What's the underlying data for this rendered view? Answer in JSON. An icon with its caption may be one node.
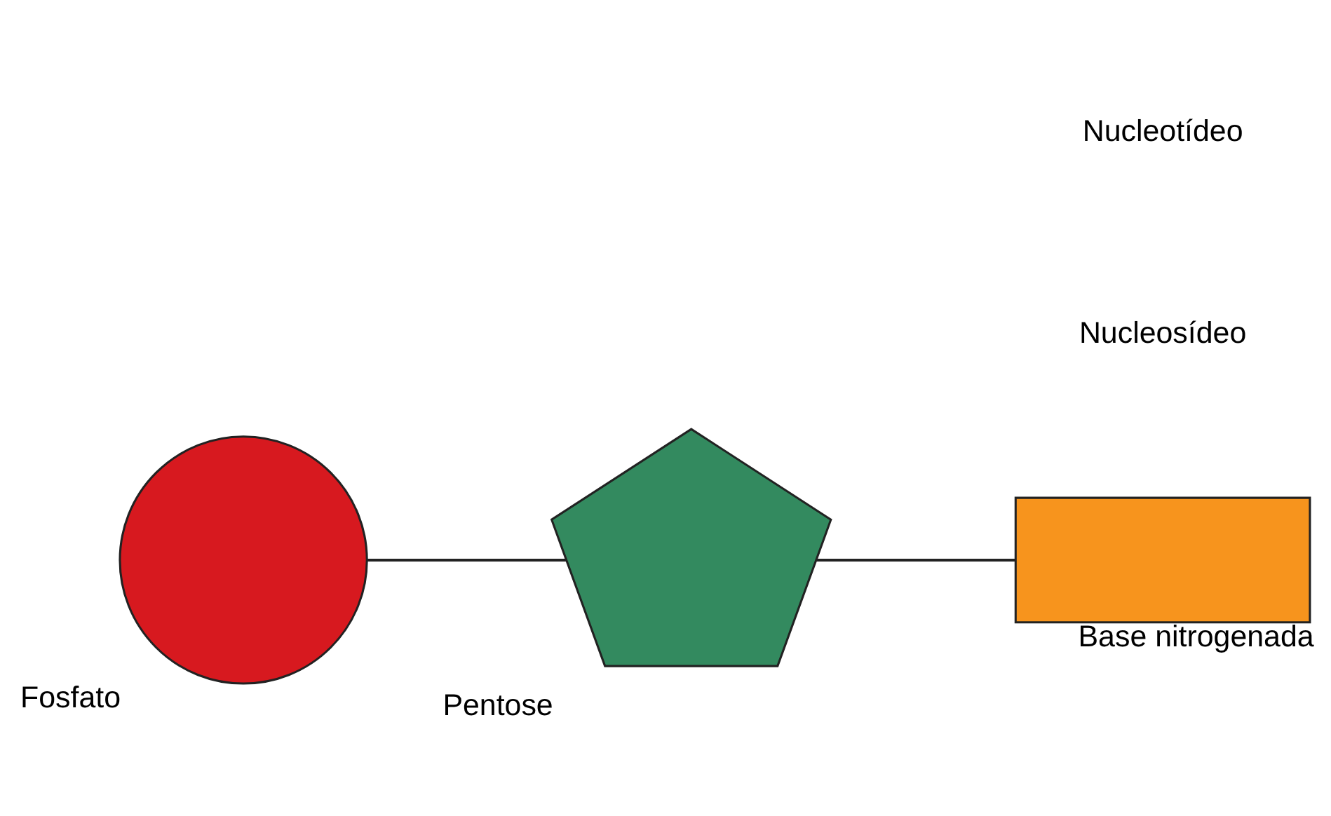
{
  "diagram": {
    "nodes": [
      {
        "text": [],
        "shape": "circle",
        "beside": [
          "Fosfato"
        ]
      },
      {
        "text": [],
        "shape": "pentagon",
        "beside": [
          "Pentose"
        ]
      },
      {
        "text": [],
        "shape": "box",
        "beside": [
          "Base nitrogenada"
        ]
      }
    ],
    "edges": [
      {
        "from": 0,
        "to": 1,
        "arrow": "none"
      },
      {
        "from": 1,
        "to": 2,
        "arrow": "none"
      }
    ],
    "labels": [
      "Nucleosídeo",
      "Nucleotídeo"
    ]
  }
}
